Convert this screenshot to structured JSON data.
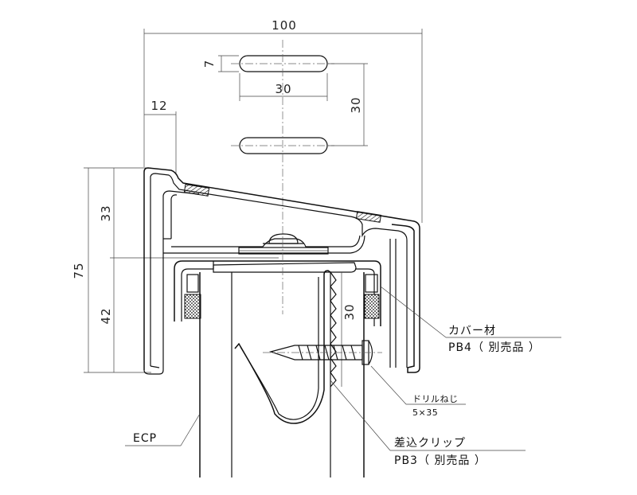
{
  "dimensions": {
    "overall_width": "100",
    "slot_height": "7",
    "slot_length": "30",
    "slot_pitch": "30",
    "lip_width": "12",
    "total_height": "75",
    "upper_height": "33",
    "lower_height": "42",
    "clip_height": "30"
  },
  "labels": {
    "cover_name": "カバー材",
    "cover_code": "PB4（ 別売品 ）",
    "screw_name": "ドリルねじ",
    "screw_size": "5×35",
    "panel_name": "ECP",
    "clip_name": "差込クリップ",
    "clip_code": "PB3（ 別売品 ）"
  }
}
